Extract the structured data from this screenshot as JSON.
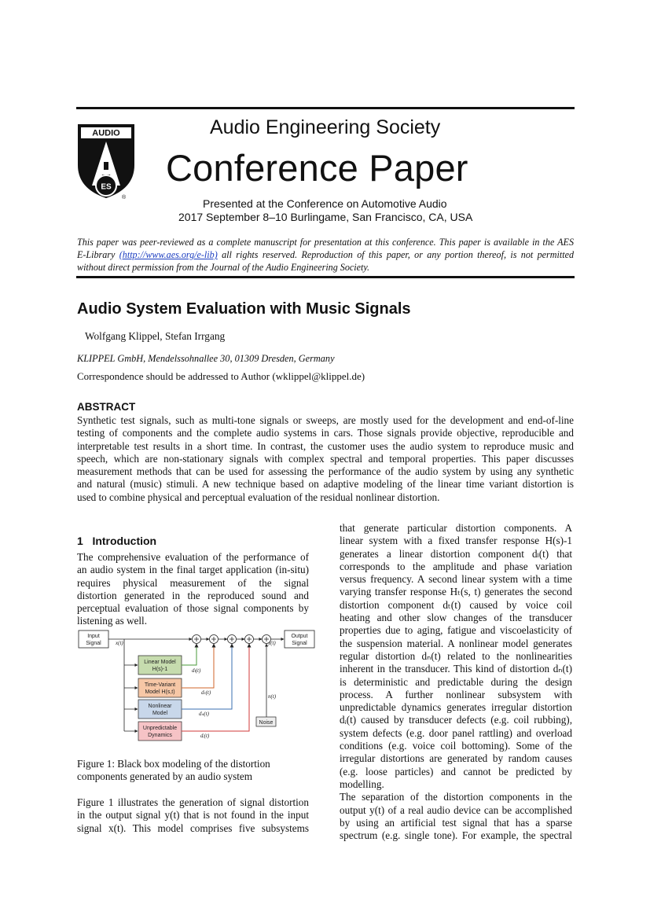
{
  "header": {
    "society": "Audio Engineering Society",
    "doc_type": "Conference Paper",
    "presented_line": "Presented at the Conference on Automotive Audio",
    "date_line": "2017 September 8–10 Burlingame, San Francisco, CA, USA",
    "logo_top_text": "AUDIO",
    "logo_bottom_text": "ES",
    "logo_reg": "®"
  },
  "notice": {
    "line1": "This paper was peer-reviewed as a complete manuscript for presentation at this conference. This paper is available in the AES",
    "line2_a": "E-Library ",
    "line2_link": "(http://www.aes.org/e-lib)",
    "line2_b": " all rights reserved. Reproduction of this paper, or any portion thereof, is not permitted",
    "line3": "without direct permission from the Journal of the Audio Engineering Society."
  },
  "title": "Audio System Evaluation with Music Signals",
  "authors": "Wolfgang Klippel, Stefan Irrgang",
  "affiliation": "KLIPPEL GmbH, Mendelssohnallee 30, 01309 Dresden, Germany",
  "correspondence": "Correspondence should be addressed to Author (wklippel@klippel.de)",
  "abstract": {
    "heading": "ABSTRACT",
    "lines": [
      "Synthetic test signals, such as multi-tone signals or sweeps, are mostly used for the development and end-of-line",
      "testing of components and the complete audio systems in cars. Those signals provide objective, reproducible and",
      "interpretable test results in a short time. In contrast, the customer uses the audio system to reproduce music and",
      "speech, which are non-stationary signals with complex spectral and temporal properties. This paper discusses",
      "measurement methods that can be used for assessing the performance of the audio system by using any synthetic",
      "and natural (music) stimuli. A new technique based on adaptive modeling of the linear time variant distortion is"
    ],
    "last_line": "used to combine physical and perceptual evaluation of the residual nonlinear distortion."
  },
  "section1": {
    "heading": "1   Introduction",
    "para1_lines": [
      "The comprehensive evaluation of the performance of",
      "an audio system in the final target application (in-situ)",
      "requires   physical   measurement   of   the   signal",
      "distortion generated in the reproduced sound and",
      "perceptual evaluation of those signal components by"
    ],
    "para1_last": "listening as well.",
    "caption_line1": "Figure 1: Black box modeling of the distortion",
    "caption_line2": "components generated by an audio system",
    "para2_lines": [
      "Figure 1 illustrates the generation of signal distortion",
      "in the output signal y(t) that is not found in the input",
      "signal x(t). This model comprises five subsystems"
    ]
  },
  "right_column": {
    "lines": [
      "that generate particular distortion components. A",
      "linear system with a fixed transfer response H(s)-1",
      "generates a linear distortion component dₗ(t) that",
      "corresponds to the amplitude and phase variation",
      "versus frequency. A second linear system with a time",
      "varying transfer response Hₜ(s, t) generates the second",
      "distortion component dₜ(t) caused by voice coil",
      "heating and other slow changes of the transducer",
      "properties due to aging, fatigue and viscoelasticity of"
    ],
    "line_end1": "the suspension material. A nonlinear model generates",
    "lines_b": [
      "the suspension material. A nonlinear model generates",
      "regular distortion dₙ(t) related to the nonlinearities",
      "inherent in the transducer. This kind of distortion dₙ(t)",
      "is  deterministic  and  predictable  during  the  design",
      "process.  A  further  nonlinear  subsystem  with",
      "unpredictable dynamics generates irregular distortion",
      "dᵢ(t) caused by transducer defects (e.g. coil rubbing),",
      "system defects (e.g. door panel rattling) and overload",
      "conditions (e.g. voice coil bottoming). Some of the",
      "irregular distortions are generated by random causes",
      "(e.g.  loose  particles)  and  cannot  be  predicted  by"
    ],
    "modelling": "modelling.",
    "lines_c": [
      "The separation of the distortion components in the",
      "output y(t) of a real audio device can be accomplished",
      "by using an artificial test signal that has a sparse"
    ],
    "last_line": "spectrum (e.g. single tone).  For example, the spectral"
  },
  "figure": {
    "input_label_1": "Input",
    "input_label_2": "Signal",
    "output_label_1": "Output",
    "output_label_2": "Signal",
    "x_label": "x(t)",
    "y_label": "y(t)",
    "linear_1": "Linear Model",
    "linear_2": "H(s)-1",
    "tv_1": "Time-Variant",
    "tv_2": "Model H(s,t)",
    "nl_1": "Nonlinear",
    "nl_2": "Model",
    "ud_1": "Unpredictable",
    "ud_2": "Dynamics",
    "noise": "Noise",
    "dl": "dₗ(t)",
    "dt": "dₜ(t)",
    "dn": "dₙ(t)",
    "di": "dᵢ(t)",
    "nt": "n(t)",
    "colors": {
      "linear": "#c6dcae",
      "tv": "#f6c7a6",
      "nl": "#c8d7ea",
      "ud": "#f6c3c6",
      "noise": "#eeeeee",
      "line_linear": "#4a9a3a",
      "line_tv": "#d2662a",
      "line_nl": "#3a6fb0",
      "line_ud": "#d23a3a"
    }
  }
}
